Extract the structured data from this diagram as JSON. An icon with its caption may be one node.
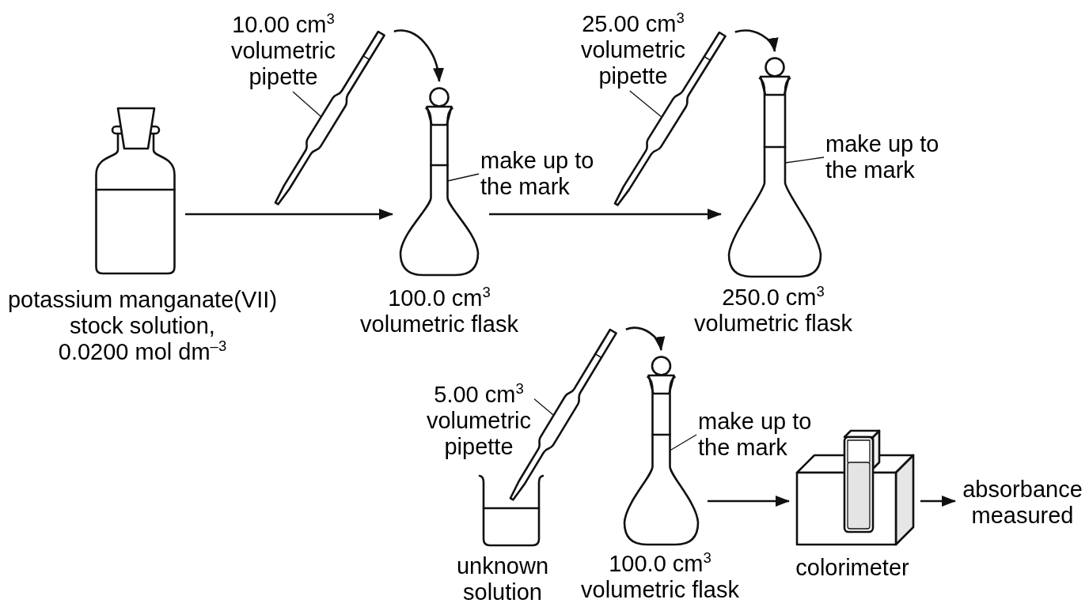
{
  "diagram": {
    "nodes": [
      {
        "text": [
          "10.00 cm$^{3}$ volumetric pipette"
        ]
      },
      {
        "text": [],
        "shape": "picture"
      },
      {
        "text": [],
        "shape": "picture",
        "beside": [
          "potassium manganate(VII) stock solution, 0.0200 mol dm$^{–3}$"
        ]
      },
      {
        "text": [],
        "shape": "picture",
        "beside": [
          "100.0 cm$^{3}$ volumetric flask"
        ]
      },
      {
        "text": [
          "make up to the mark"
        ]
      },
      {
        "text": [
          "25.00 cm$^{3}$ volumetric pipette"
        ]
      },
      {
        "text": [],
        "shape": "picture"
      },
      {
        "text": [],
        "shape": "picture",
        "beside": [
          "250.0 cm$^{3}$ volumetric flask"
        ]
      },
      {
        "text": [
          "make up to the mark"
        ]
      },
      {
        "text": [
          "5.00 cm$^{3}$ volumetric pipette"
        ]
      },
      {
        "text": [],
        "shape": "picture"
      },
      {
        "text": [],
        "shape": "picture",
        "beside": [
          "unknown solution"
        ]
      },
      {
        "text": [],
        "shape": "picture",
        "beside": [
          "100.0 cm$^{3}$ volumetric flask"
        ]
      },
      {
        "text": [
          "make up to the mark"
        ]
      },
      {
        "text": [],
        "shape": "picture",
        "beside": [
          "colorimeter"
        ]
      },
      {
        "text": [
          "absorbance measured"
        ]
      }
    ],
    "edges": [
      {
        "from": 0,
        "to": 1,
        "arrow": "none"
      },
      {
        "from": 1,
        "to": 3,
        "arrow": "to"
      },
      {
        "from": 2,
        "to": 3,
        "arrow": "to"
      },
      {
        "from": 4,
        "to": 3,
        "arrow": "none"
      },
      {
        "from": 3,
        "to": 7,
        "arrow": "to"
      },
      {
        "from": 5,
        "to": 6,
        "arrow": "none"
      },
      {
        "from": 6,
        "to": 7,
        "arrow": "to"
      },
      {
        "from": 8,
        "to": 7,
        "arrow": "none"
      },
      {
        "from": 9,
        "to": 10,
        "arrow": "none"
      },
      {
        "from": 10,
        "to": 12,
        "arrow": "to"
      },
      {
        "from": 13,
        "to": 12,
        "arrow": "none"
      },
      {
        "from": 12,
        "to": 14,
        "arrow": "to"
      },
      {
        "from": 14,
        "to": 15,
        "arrow": "to"
      }
    ]
  }
}
